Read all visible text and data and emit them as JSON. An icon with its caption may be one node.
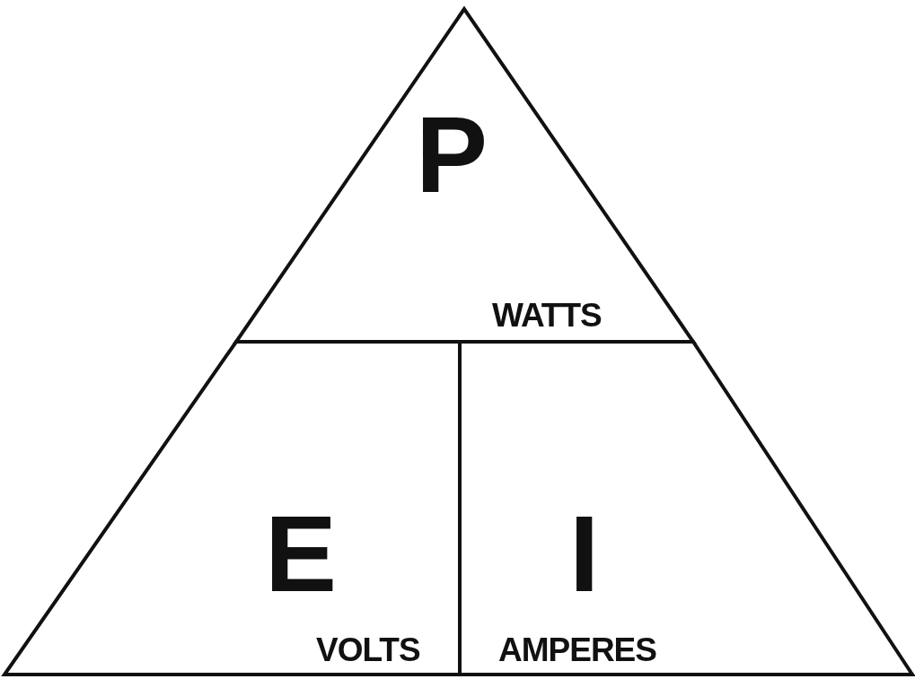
{
  "diagram": {
    "nodes": [
      {
        "text": [
          "P",
          "WATTS"
        ]
      },
      {
        "text": [
          "E",
          "VOLTS"
        ]
      },
      {
        "text": [
          "I",
          "AMPERES"
        ]
      }
    ]
  }
}
